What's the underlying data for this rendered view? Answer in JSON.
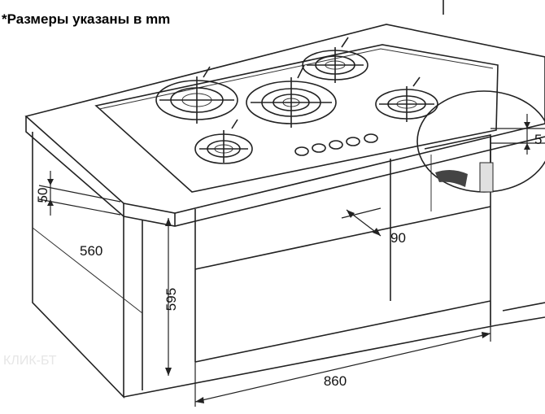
{
  "note": "*Размеры указаны в mm",
  "dimensions": {
    "counter_thickness": "50",
    "depth": "560",
    "cabinet_height": "595",
    "width": "860",
    "gap": "90",
    "side_clearance": "5"
  },
  "watermark": "КЛИК-БТ",
  "colors": {
    "line": "#222222",
    "background": "#ffffff",
    "text": "#111111"
  }
}
